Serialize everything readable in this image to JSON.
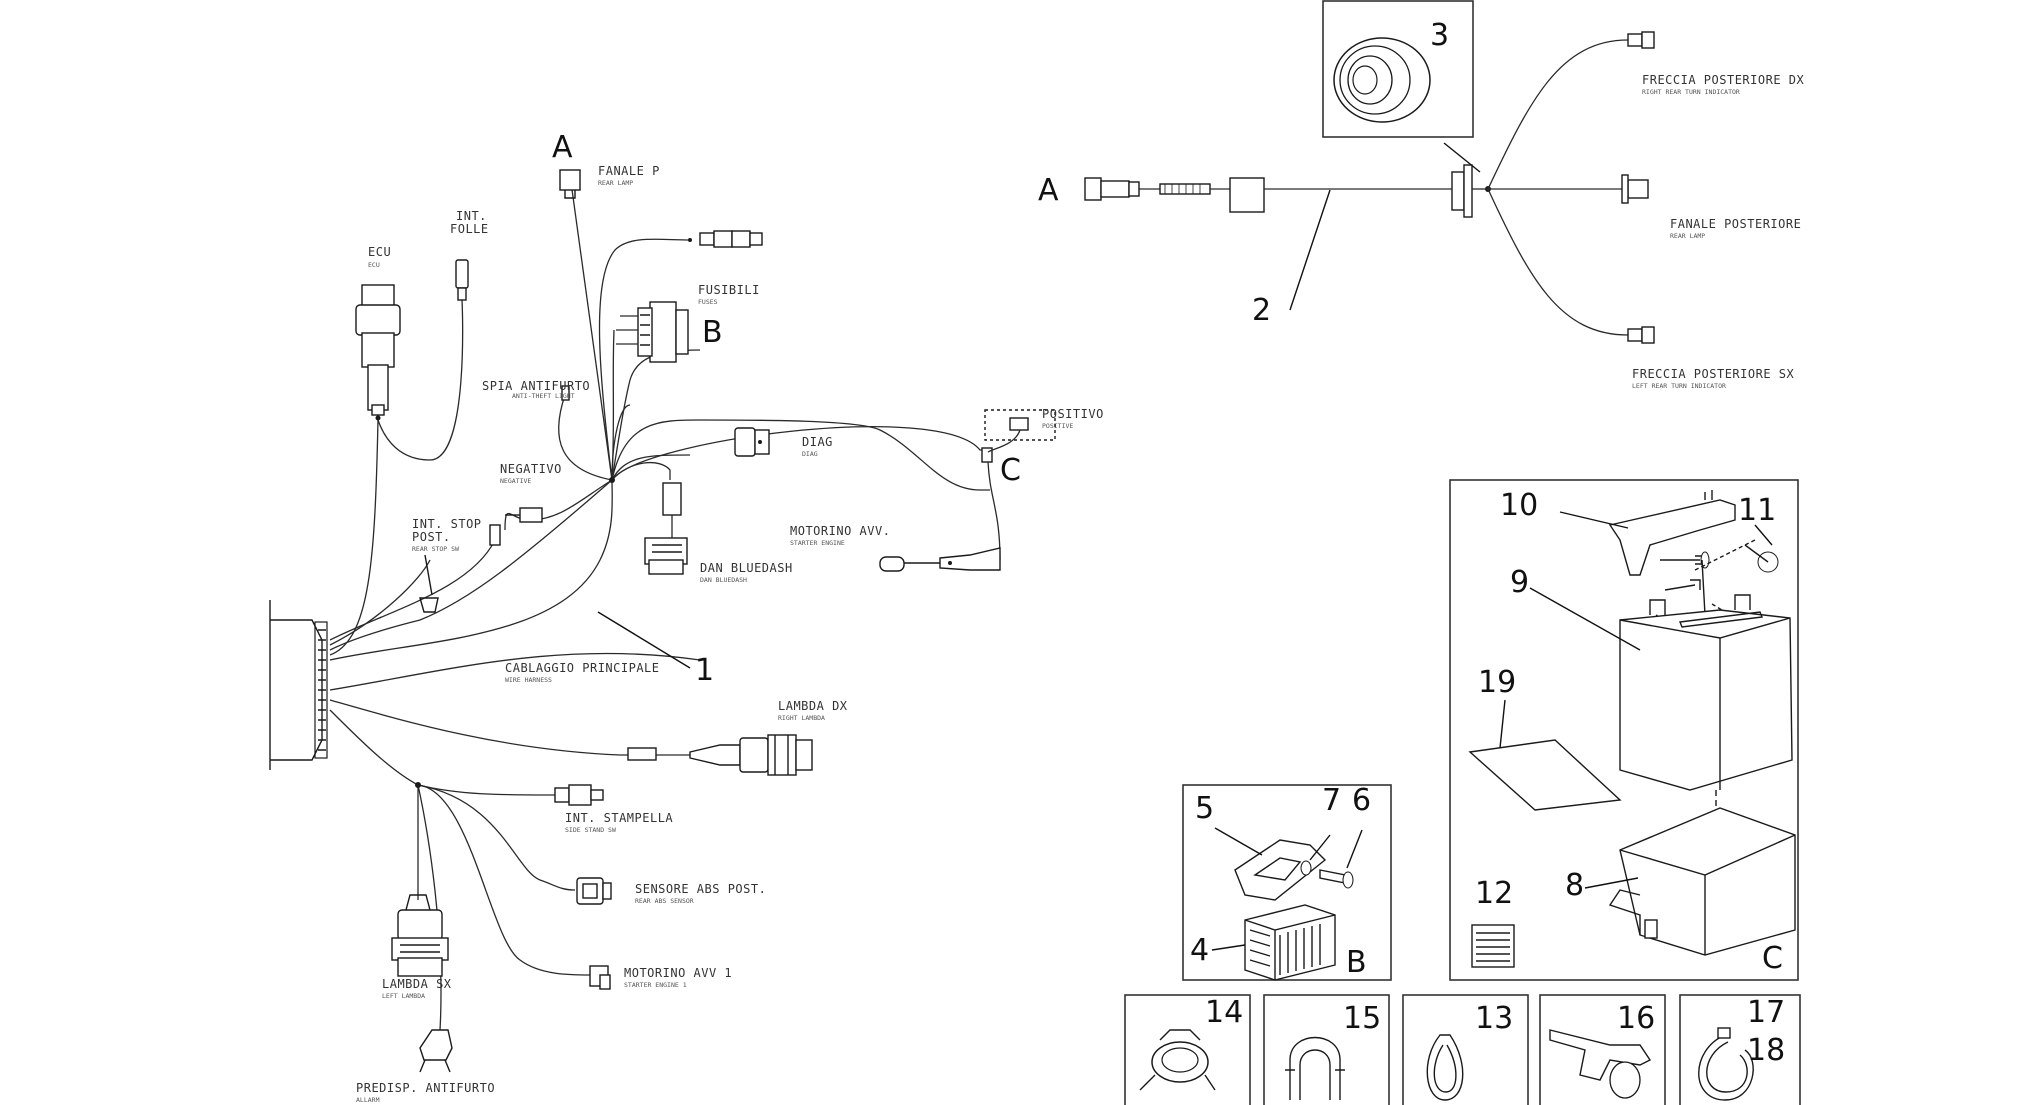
{
  "part_numbers": [
    "1",
    "2",
    "3",
    "4",
    "5",
    "6",
    "7",
    "8",
    "9",
    "10",
    "11",
    "12",
    "13",
    "14",
    "15",
    "16",
    "17",
    "18",
    "19"
  ],
  "connector_letters": {
    "a": "A",
    "b": "B",
    "c": "C"
  },
  "labels": {
    "fanale_p": {
      "main": "FANALE P",
      "sub": "REAR LAMP"
    },
    "int_folle": {
      "main1": "INT.",
      "main2": "FOLLE"
    },
    "ecu": {
      "main": "ECU",
      "sub": "ECU"
    },
    "fusibili": {
      "main": "FUSIBILI",
      "sub": "FUSES"
    },
    "spia_antifurto": {
      "main": "SPIA ANTIFURTO",
      "sub": "ANTI-THEFT LIGHT"
    },
    "negativo": {
      "main": "NEGATIVO",
      "sub": "NEGATIVE"
    },
    "diag": {
      "main": "DIAG",
      "sub": "DIAG"
    },
    "positivo": {
      "main": "POSITIVO",
      "sub": "POSITIVE"
    },
    "int_stop": {
      "main1": "INT. STOP",
      "main2": "POST.",
      "sub": "REAR STOP SW"
    },
    "motorino_avv": {
      "main": "MOTORINO AVV.",
      "sub": "STARTER ENGINE"
    },
    "dan_bluedash": {
      "main": "DAN BLUEDASH",
      "sub": "DAN BLUEDASH"
    },
    "cablaggio": {
      "main": "CABLAGGIO PRINCIPALE",
      "sub": "WIRE HARNESS"
    },
    "lambda_dx": {
      "main": "LAMBDA DX",
      "sub": "RIGHT LAMBDA"
    },
    "int_stampella": {
      "main": "INT. STAMPELLA",
      "sub": "SIDE STAND SW"
    },
    "sensore_abs": {
      "main": "SENSORE ABS POST.",
      "sub": "REAR ABS SENSOR"
    },
    "motorino_avv_1": {
      "main": "MOTORINO AVV 1",
      "sub": "STARTER ENGINE 1"
    },
    "lambda_sx": {
      "main": "LAMBDA SX",
      "sub": "LEFT LAMBDA"
    },
    "predisp_antifurto": {
      "main": "PREDISP. ANTIFURTO",
      "sub": "ALLARM"
    },
    "freccia_dx": {
      "main": "FRECCIA POSTERIORE DX",
      "sub": "RIGHT REAR TURN INDICATOR"
    },
    "fanale_posteriore": {
      "main": "FANALE POSTERIORE",
      "sub": "REAR LAMP"
    },
    "freccia_sx": {
      "main": "FRECCIA POSTERIORE SX",
      "sub": "LEFT REAR TURN INDICATOR"
    }
  }
}
